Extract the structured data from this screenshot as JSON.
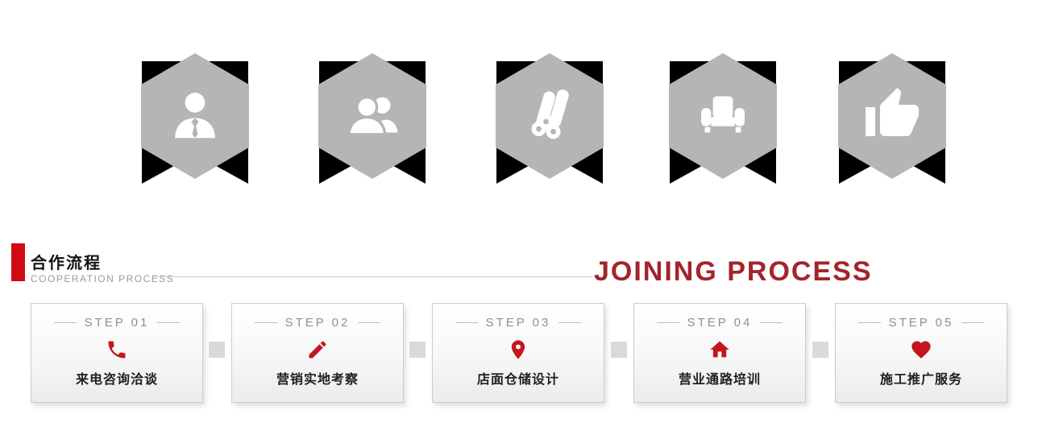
{
  "colors": {
    "bar_red": "#d10b16",
    "title_red": "#a3242b",
    "icon_red": "#c4161d",
    "hex_gray": "#b5b5b5",
    "ribbon_black": "#000000"
  },
  "badges": [
    {
      "icon": "businessman-icon"
    },
    {
      "icon": "people-group-icon"
    },
    {
      "icon": "wood-logs-icon"
    },
    {
      "icon": "armchair-icon"
    },
    {
      "icon": "thumbs-up-icon"
    }
  ],
  "section_header": {
    "title": "合作流程",
    "subtitle": "COOPERATION PROCESS",
    "right_title": "JOINING PROCESS"
  },
  "steps": [
    {
      "label": "STEP 01",
      "icon": "phone-icon",
      "text": "来电咨询洽谈"
    },
    {
      "label": "STEP 02",
      "icon": "pencil-icon",
      "text": "营销实地考察"
    },
    {
      "label": "STEP 03",
      "icon": "location-pin-icon",
      "text": "店面仓储设计"
    },
    {
      "label": "STEP 04",
      "icon": "home-icon",
      "text": "营业通路培训"
    },
    {
      "label": "STEP 05",
      "icon": "heart-icon",
      "text": "施工推广服务"
    }
  ]
}
